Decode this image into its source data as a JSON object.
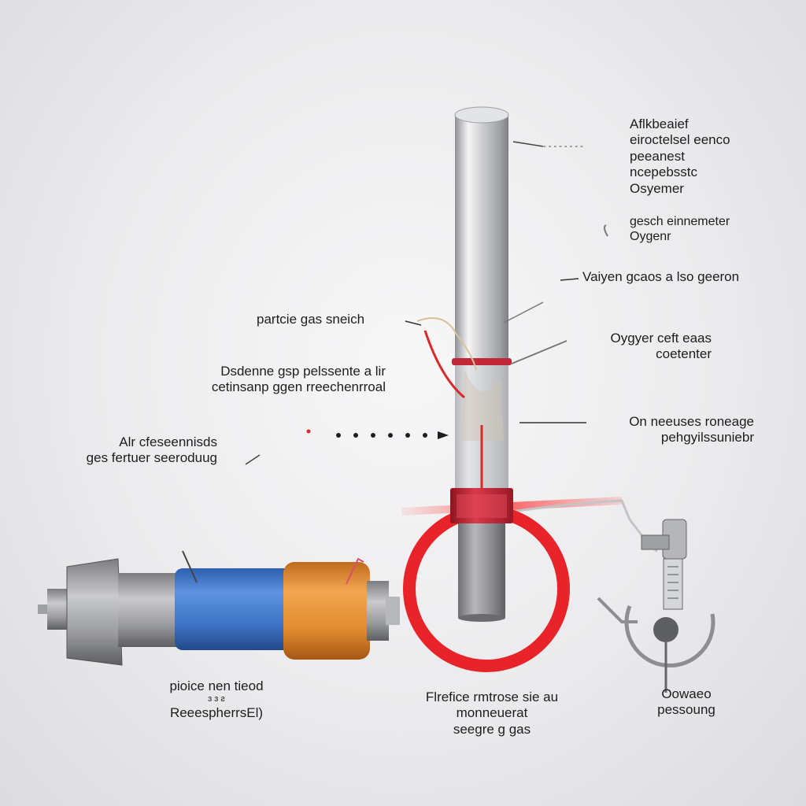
{
  "labels": {
    "top_right_block": [
      "Aflkbeaief",
      "eiroctelsel eenco",
      "peeanest",
      "ncepebsstc",
      "Osyemer"
    ],
    "pipe_tip_callout": "- - - - - - - -",
    "sensor_block": [
      "gesch einnemeter",
      "Oygenr"
    ],
    "oxygen_gas": "Vaiyen gcaos a lso geeron",
    "particle_gas": "partcie gas sneich",
    "oxygen_cell": [
      "Oygyer ceft eaas",
      "coetenter"
    ],
    "dessense_block": [
      "Dsdenne gsp pelssente a lir",
      "cetinsanp ggen rreechenrroal"
    ],
    "on_reserve": [
      "On neeuses roneage",
      "pehgyilssuniebr"
    ],
    "left_middle": [
      "Alr cfeseennisds",
      "ges fertuer seeroduug"
    ],
    "bottom_left": [
      "pioice  nen tieod",
      "ɜ ɜ ƨ",
      "ReeespherrsEl)"
    ],
    "bottom_center": [
      "Flrefice rmtrose sie au",
      "monneuerat",
      "seegre g gas"
    ],
    "bottom_right": [
      "Oowaeo",
      "pessoung"
    ]
  },
  "colors": {
    "background": "#ebebed",
    "ring": "#e8232a",
    "collar": "#c52233",
    "cylinder_blue": "#3d72c4",
    "cylinder_orange": "#e08a2c",
    "metal": "#b8b9bd",
    "text": "#1d1d1f",
    "wire_red": "#d92a2a"
  },
  "icons": [
    "rod-icon",
    "cylinder-icon",
    "ring-icon",
    "gauge-icon",
    "valve-icon",
    "spring-icon"
  ]
}
